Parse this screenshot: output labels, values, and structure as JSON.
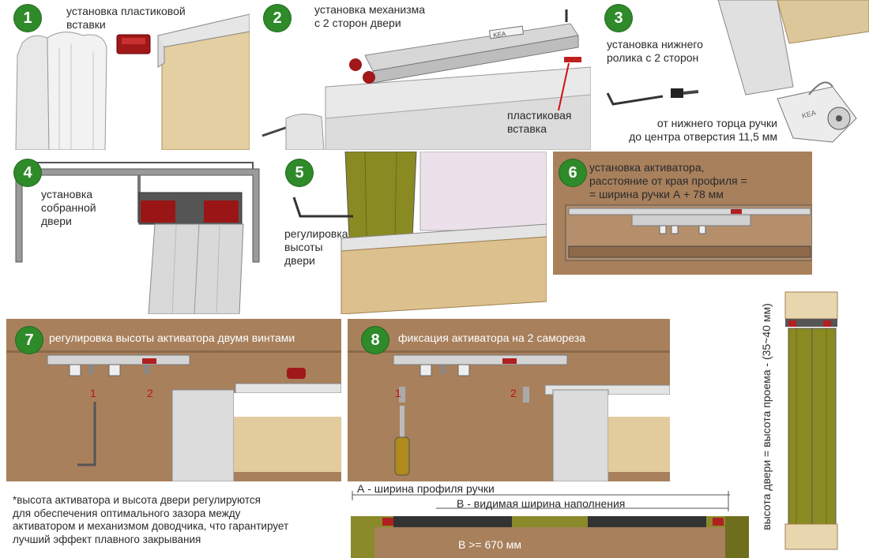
{
  "steps": [
    {
      "num": "1",
      "text": "установка пластиковой\nвставки"
    },
    {
      "num": "2",
      "text": "установка механизма\nс 2 сторон двери",
      "sub": "пластиковая\nвставка",
      "logo": "KEA"
    },
    {
      "num": "3",
      "text": "установка нижнего\nролика с 2 сторон",
      "sub": "от нижнего торца ручки\nдо центра отверстия 11,5 мм",
      "logo": "KEA"
    },
    {
      "num": "4",
      "text": "установка\nсобранной\nдвери"
    },
    {
      "num": "5",
      "text": "регулировка\nвысоты\nдвери"
    },
    {
      "num": "6",
      "text": "установка активатора,\nрасстояние от края профиля =\n= ширина ручки А + 78 мм"
    },
    {
      "num": "7",
      "text": "регулировка высоты активатора двумя винтами",
      "screw1": "1",
      "screw2": "2"
    },
    {
      "num": "8",
      "text": "фиксация активатора на 2 самореза",
      "screw1": "1",
      "screw2": "2"
    }
  ],
  "note": "*высота активатора и высота двери регулируются\nдля обеспечения оптимального зазора между\nактиватором и механизмом доводчика, что гарантирует\nлучший эффект плавного закрывания",
  "dimensions": {
    "a_label": "А - ширина профиля ручки",
    "b_label": "В - видимая ширина наполнения",
    "b_min": "B >= 670 мм",
    "door_height": "высота двери = высота проема - (35~40 мм)"
  },
  "colors": {
    "badge": "#2f8a2a",
    "brown_panel": "#a8805c",
    "red_part": "#a01818",
    "door_green": "#8a8a2a"
  }
}
